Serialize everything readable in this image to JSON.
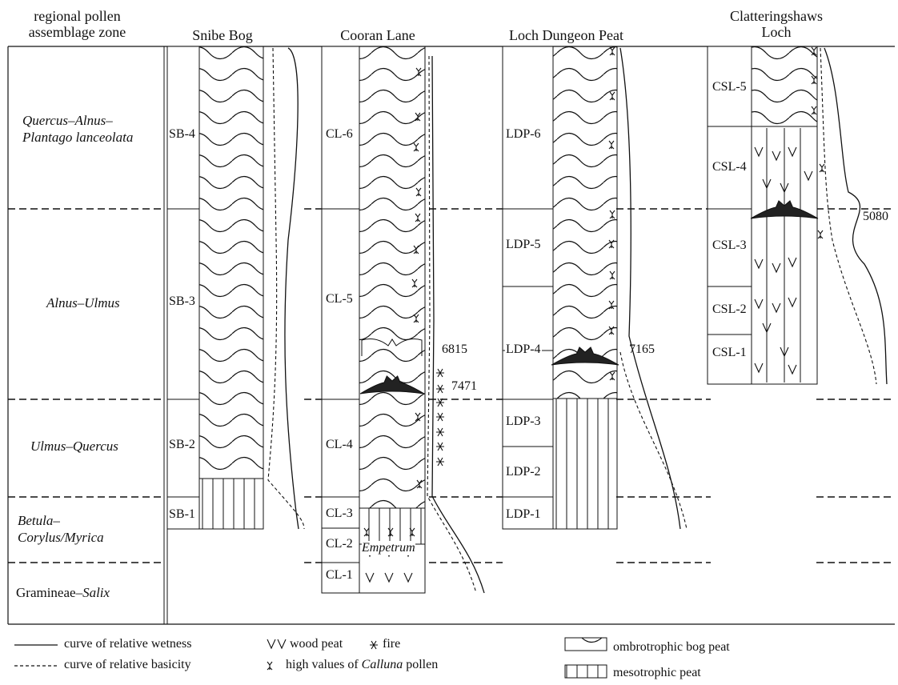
{
  "header": {
    "zone_col_line1": "regional pollen",
    "zone_col_line2": "assemblage zone",
    "sites": [
      "Snibe Bog",
      "Cooran Lane",
      "Loch Dungeon Peat",
      "Clatteringshaws",
      "Loch"
    ]
  },
  "zones": [
    {
      "lines": [
        "Quercus–Alnus–",
        "Plantago lanceolata"
      ],
      "italic": true
    },
    {
      "lines": [
        "Alnus–Ulmus"
      ],
      "italic": true
    },
    {
      "lines": [
        "Ulmus–Quercus"
      ],
      "italic": true
    },
    {
      "lines": [
        "Betula–",
        "Corylus/Myrica"
      ],
      "italic": true
    },
    {
      "lines": [
        "Gramineae–",
        "Salix"
      ],
      "italic": "partial"
    }
  ],
  "columns": {
    "snibe": [
      "SB-4",
      "SB-3",
      "SB-2",
      "SB-1"
    ],
    "cooran": [
      "CL-6",
      "CL-5",
      "CL-4",
      "CL-3",
      "CL-2",
      "CL-1"
    ],
    "cooran_annotation": "Empetrum",
    "loch_dungeon": [
      "LDP-6",
      "LDP-5",
      "LDP-4",
      "LDP-3",
      "LDP-2",
      "LDP-1"
    ],
    "clatteringshaws": [
      "CSL-5",
      "CSL-4",
      "CSL-3",
      "CSL-2",
      "CSL-1"
    ]
  },
  "dates": [
    "6815",
    "7471",
    "7165",
    "5080"
  ],
  "legend": {
    "wetness": "curve of relative wetness",
    "basicity": "curve of relative basicity",
    "wood_peat": "wood peat",
    "fire": "fire",
    "calluna_prefix": "high values of ",
    "calluna_italic": "Calluna",
    "calluna_suffix": " pollen",
    "ombrotrophic": "ombrotrophic bog peat",
    "mesotrophic": "mesotrophic peat"
  },
  "colors": {
    "ink": "#111111",
    "background": "#ffffff"
  }
}
